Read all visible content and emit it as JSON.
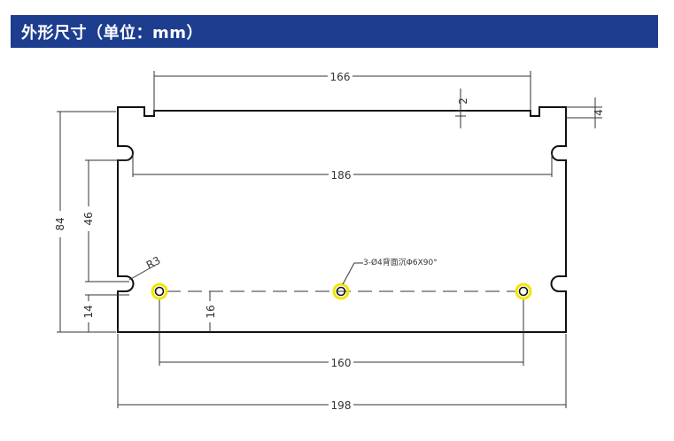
{
  "header": {
    "title": "外形尺寸（单位：mm）",
    "accent_color": "#1d3d8f"
  },
  "drawing": {
    "dims": {
      "overall_width": "198",
      "top_slot_spacing": "166",
      "slot_spacing": "186",
      "hole_spacing": "160",
      "height": "84",
      "slot_vertical_spacing": "46",
      "bottom_slot_height": "14",
      "hole_height": "16",
      "top_notch_depth": "2",
      "top_step": "4"
    },
    "radius_label": "R3",
    "hole_note": "3-Ø4背面沉Φ6X90°",
    "hole_highlight_color": "#f2e600"
  }
}
